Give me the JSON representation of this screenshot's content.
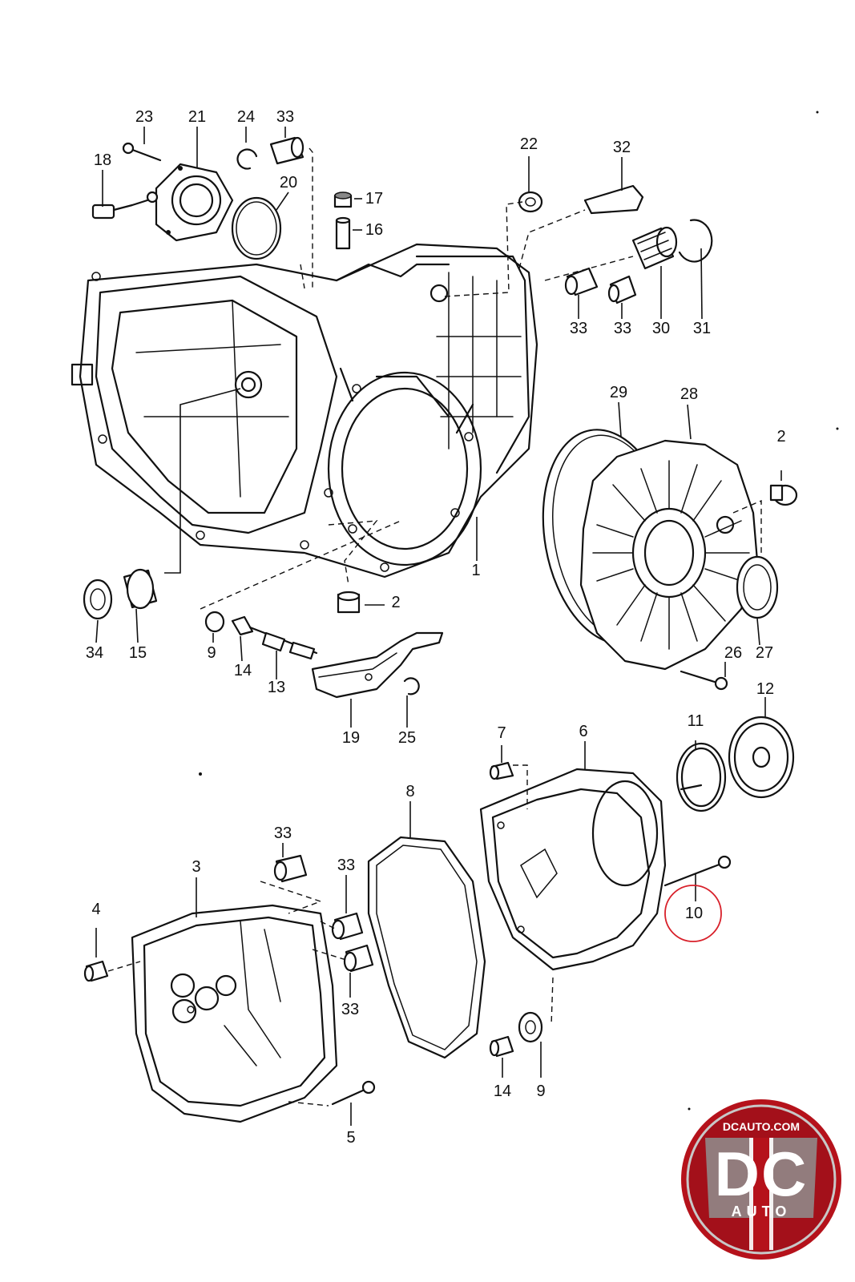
{
  "diagram": {
    "callouts": [
      "23",
      "21",
      "24",
      "33",
      "18",
      "20",
      "17",
      "16",
      "22",
      "32",
      "30",
      "31",
      "33",
      "33",
      "29",
      "28",
      "2",
      "1",
      "2",
      "34",
      "15",
      "9",
      "14",
      "13",
      "19",
      "25",
      "26",
      "27",
      "11",
      "12",
      "7",
      "6",
      "8",
      "33",
      "3",
      "33",
      "4",
      "33",
      "10",
      "5",
      "14",
      "9"
    ]
  },
  "logo": {
    "url_text": "DCAUTO.COM",
    "main_text": "DC",
    "sub_text": "AUTO",
    "colors": {
      "red": "#b5121b",
      "gray": "#8f8f8f",
      "white": "#ffffff"
    }
  },
  "highlight": {
    "callout": "10",
    "color": "#d8202a"
  }
}
